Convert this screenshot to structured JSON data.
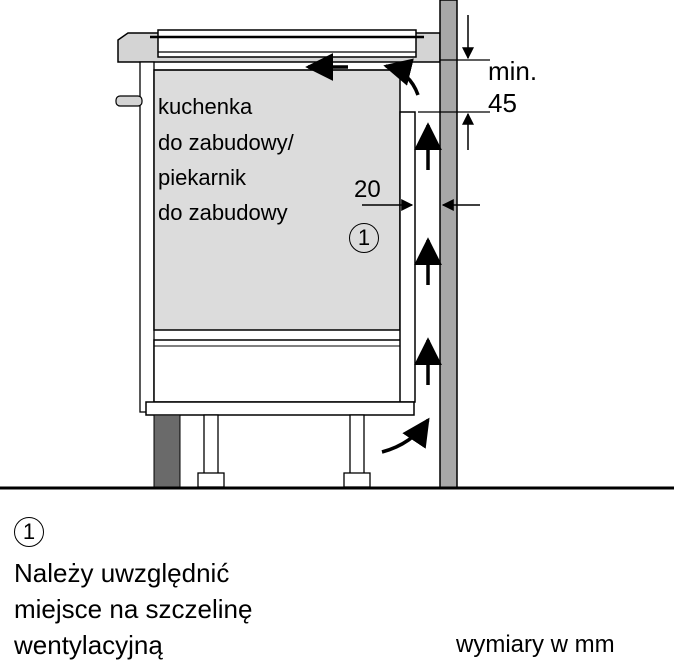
{
  "cabinet_label": {
    "line1": "kuchenka",
    "line2": "do zabudowy/",
    "line3": "piekarnik",
    "line4": "do zabudowy"
  },
  "dimensions": {
    "gap": "20",
    "top_min": "min.",
    "top_value": "45"
  },
  "callout": {
    "number": "1"
  },
  "note": {
    "number": "1",
    "line1": "Należy uwzględnić",
    "line2": "miejsce na szczelinę",
    "line3": "wentylacyjną"
  },
  "units": "wymiary w mm",
  "colors": {
    "cabinet_fill": "#dcdcdc",
    "wall_fill": "#a8a8a8",
    "floor_post": "#6a6a6a",
    "line": "#000000"
  }
}
